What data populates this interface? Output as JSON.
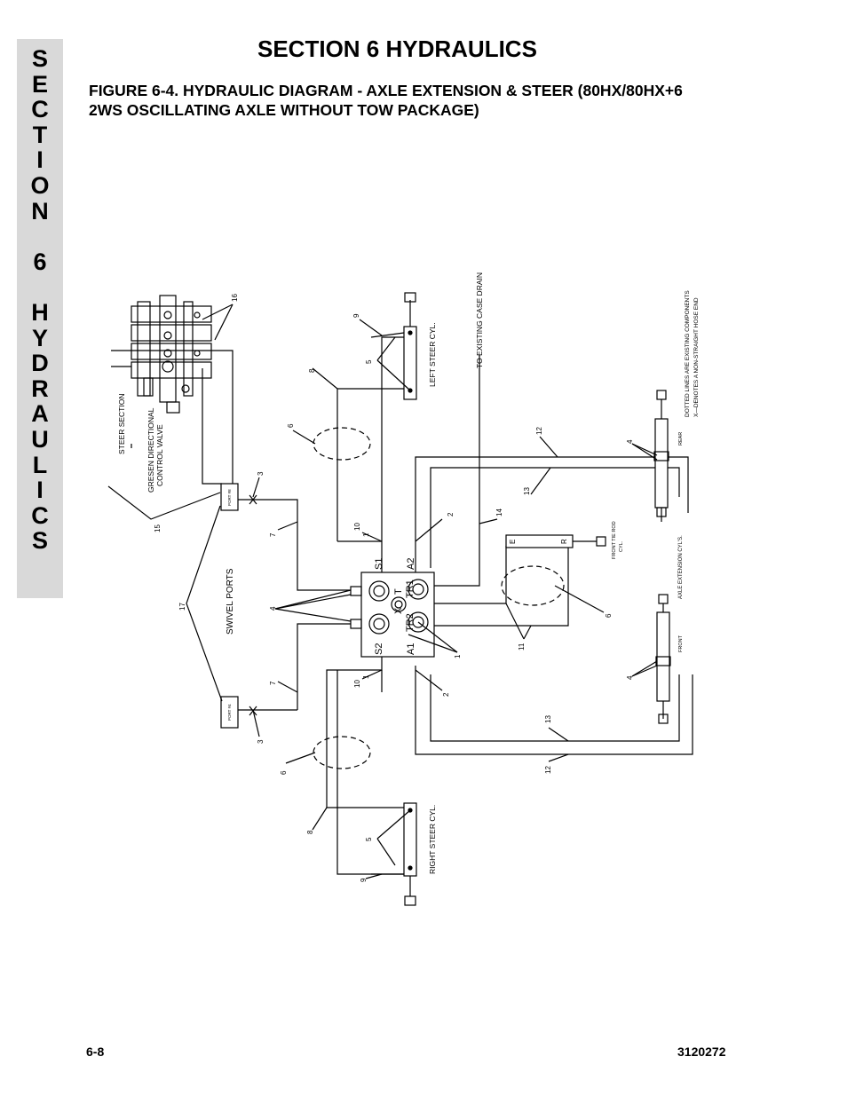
{
  "side_tab": {
    "letters": [
      "S",
      "E",
      "C",
      "T",
      "I",
      "O",
      "N",
      " ",
      "6",
      " ",
      "H",
      "Y",
      "D",
      "R",
      "A",
      "U",
      "L",
      "I",
      "C",
      "S"
    ]
  },
  "header": {
    "section_title": "SECTION 6  HYDRAULICS",
    "figure_title_line1": "FIGURE 6-4.    HYDRAULIC DIAGRAM - AXLE EXTENSION & STEER (80HX/80HX+6",
    "figure_title_line2": "2WS OSCILLATING AXLE WITHOUT TOW PACKAGE)"
  },
  "diagram": {
    "labels": {
      "to_case_drain": "TO EXISTING CASE DRAIN",
      "left_steer_cyl": "LEFT STEER CYL.",
      "right_steer_cyl": "RIGHT STEER CYL.",
      "steer_section": "STEER SECTION",
      "gresen_line1": "GRESEN DIRECTIONAL",
      "gresen_line2": "CONTROL VALVE",
      "swivel_ports": "SWIVEL PORTS",
      "port_a": "PORT #8",
      "port_b": "PORT #4",
      "front_tie_rod_line1": "FRONT TIE ROD",
      "front_tie_rod_line2": "CYL.",
      "axle_ext_cyls": "AXLE EXTENSION CYL'S.",
      "rear": "REAR",
      "front": "FRONT",
      "note_line1": "DOTTED LINES ARE EXISTING COMPONENTS",
      "note_line2": "X—DENOTES A NON-STRAIGHT HOSE END",
      "port_s1": "S1",
      "port_s2": "S2",
      "port_a1": "A1",
      "port_a2": "A2",
      "port_t": "T",
      "port_tr1": "TR1",
      "port_tr2": "TR2",
      "port_x": "X",
      "cyl_e": "E",
      "cyl_r": "R"
    },
    "callouts": {
      "c1": "1",
      "c2": "2",
      "c3": "3",
      "c4": "4",
      "c5": "5",
      "c6": "6",
      "c7": "7",
      "c8": "8",
      "c9": "9",
      "c10": "10",
      "c11": "11",
      "c12": "12",
      "c13": "13",
      "c14": "14",
      "c15": "15",
      "c16": "16",
      "c17": "17"
    }
  },
  "footer": {
    "page_number": "6-8",
    "doc_number": "3120272"
  }
}
